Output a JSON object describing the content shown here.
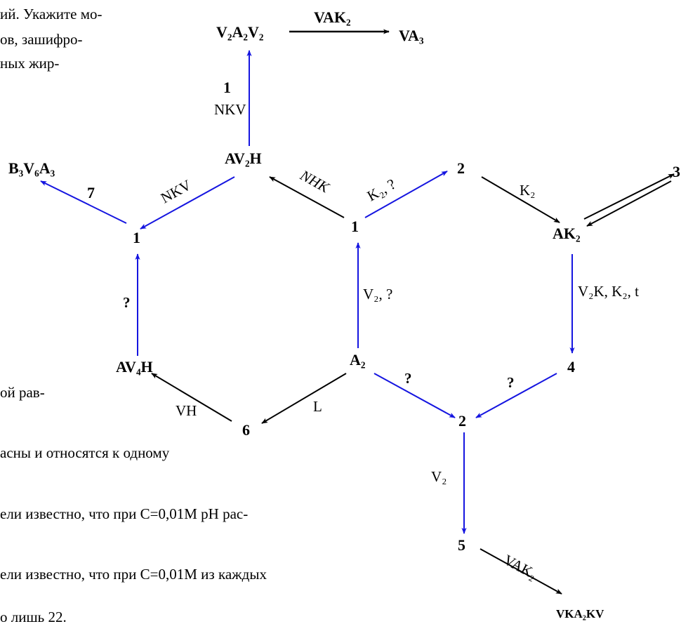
{
  "text_fragments": {
    "f1": "ий. Укажите мо-",
    "f2": "ов, зашифро-",
    "f3": "ных жир-",
    "f4": "ой рав-",
    "f5": "асны и относятся к одному",
    "f6": "ели известно, что при С=0,01М рН рас-",
    "f7": "ели известно, что при С=0,01М из каждых",
    "f8": "о лишь 22."
  },
  "nodes": {
    "v2a2v2": "V₂A₂V₂",
    "va3": "VA₃",
    "av2h": "AV₂H",
    "b3v6a3": "B₃V₆A₃",
    "one_left": "1",
    "one_center": "1",
    "two_top": "2",
    "three": "3",
    "ak2": "AK₂",
    "four": "4",
    "av4h": "AV₄H",
    "a2": "A₂",
    "six": "6",
    "two_bottom": "2",
    "five": "5",
    "vka2kv": "VKA₂KV"
  },
  "edge_labels": {
    "vak2_top": "VAK₂",
    "one_small": "1",
    "nkv_top": "NKV",
    "seven": "7",
    "nkv_left": "NKV",
    "nhk": "NHK",
    "k2q": "K₂, ?",
    "k2": "K₂",
    "v2k_k2_t": "V₂K, K₂, t",
    "v2q": "V₂, ?",
    "q_left": "?",
    "q_a2": "?",
    "q_four": "?",
    "vh": "VH",
    "l": "L",
    "v2": "V₂",
    "vak2_bottom": "VAK₂"
  },
  "colors": {
    "blue_arrow": "#1515e0",
    "black_arrow": "#000000"
  }
}
